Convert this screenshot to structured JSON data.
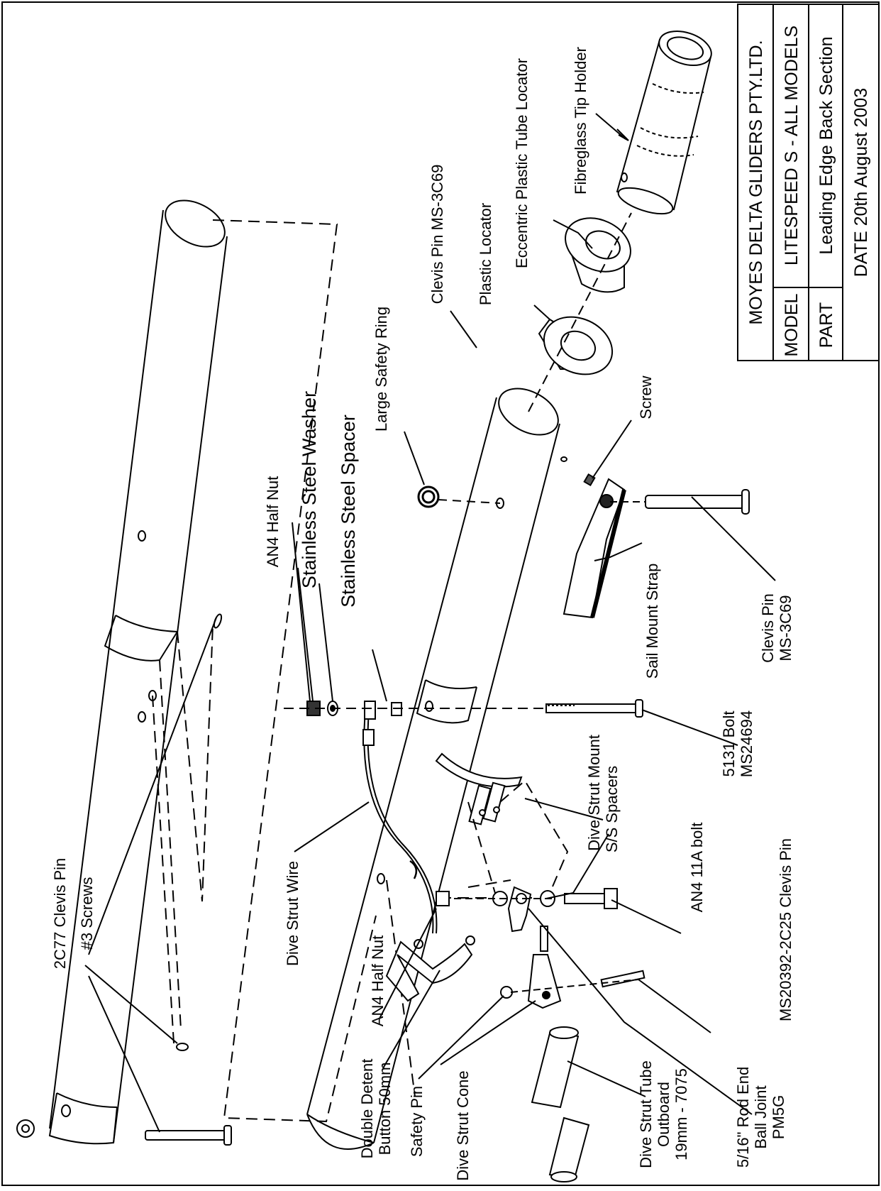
{
  "title_block": {
    "company": "MOYES DELTA GLIDERS PTY.LTD.",
    "model_label": "MODEL",
    "model_value": "LITESPEED S - ALL MODELS",
    "part_label": "PART",
    "part_value": "Leading Edge Back Section",
    "date": "DATE 20th August 2003"
  },
  "labels": {
    "fibreglass_tip_holder": "Fibreglass Tip Holder",
    "eccentric_locator": "Eccentric Plastic Tube Locator",
    "plastic_locator": "Plastic Locator",
    "clevis_pin_top": "Clevis Pin MS-3C69",
    "large_safety_ring": "Large Safety Ring",
    "ss_spacer": "Stainless Steel Spacer",
    "ss_washer": "Stainless Steel Washer",
    "an4_half_nut_top": "AN4 Half Nut",
    "screw": "Screw",
    "sail_mount_strap": "Sail Mount Strap",
    "clevis_pin_right_1": "Clevis Pin",
    "clevis_pin_right_2": "MS-3C69",
    "bolt_5131_1": "5131 Bolt",
    "bolt_5131_2": "MS24694",
    "dive_strut_mount": "Dive Strut Mount",
    "ss_spacers": "S/S Spacers",
    "an4_11a_bolt": "AN4 11A bolt",
    "ms20392_clevis_pin": "MS20392-2C25 Clevis Pin",
    "rod_end_1": "5/16\" Rod End",
    "rod_end_2": "Ball Joint",
    "rod_end_3": "PM5G",
    "dive_strut_tube_1": "Dive Strut Tube",
    "dive_strut_tube_2": "Outboard",
    "dive_strut_tube_3": "19mm - 7075",
    "dive_strut_cone": "Dive Strut Cone",
    "safety_pin": "Safety Pin",
    "double_detent_1": "Double Detent",
    "double_detent_2": "Button 50mm",
    "an4_half_nut_bottom": "AN4 Half Nut",
    "dive_strut_wire": "Dive Strut Wire",
    "c2c77_clevis_pin": "2C77 Clevis Pin",
    "screws_3": "#3 Screws"
  }
}
